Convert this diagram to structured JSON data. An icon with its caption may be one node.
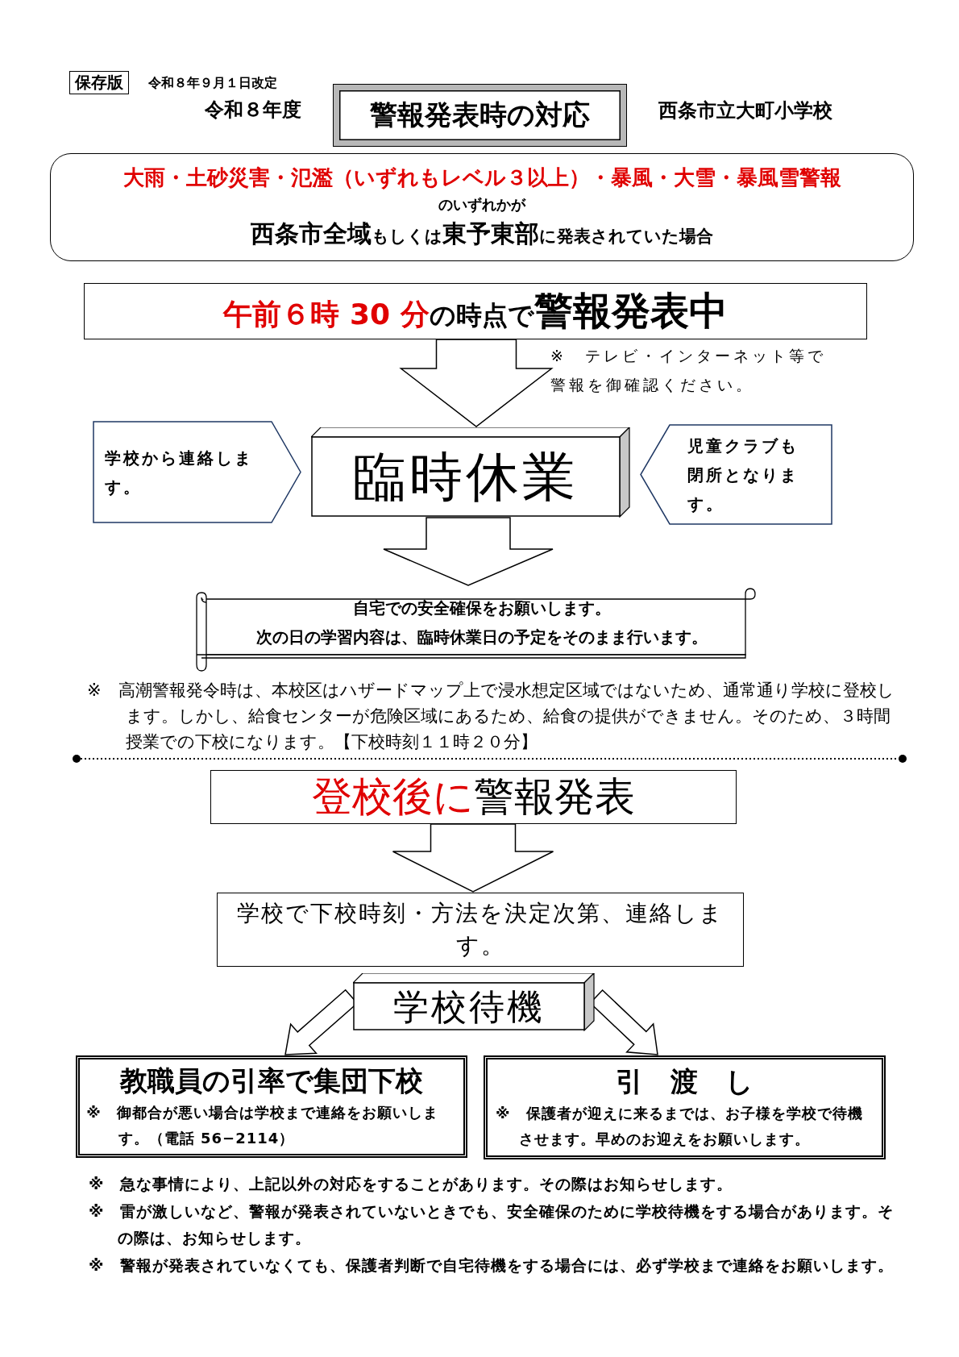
{
  "diagram": {
    "nodes": [
      {
        "text": [
          "保存版"
        ]
      },
      {
        "text": [
          "警報発表時の対応"
        ]
      },
      {
        "text": [
          "大雨・土砂災害・氾濫（いずれもレベル３以上）・暴風・大雪・暴風雪警報",
          "のいずれかが",
          "**西条市全域**もしくは**東予東部**に発表されていた場合"
        ]
      },
      {
        "text": [
          "午前６時 30 分",
          "の時点で",
          "警報発表中"
        ]
      },
      {
        "text": [
          "臨時休業"
        ]
      },
      {
        "text": [
          "学校から連絡します。"
        ]
      },
      {
        "text": [
          "児童クラブも閉所となります。"
        ]
      },
      {
        "text": [
          "自宅での安全確保をお願いします。",
          "次の日の学習内容は、臨時休業日の予定をそのまま行います。"
        ]
      },
      {
        "text": [
          "登校後に",
          "警報発表"
        ]
      },
      {
        "text": [
          "学校で下校時刻・方法を決定次第、連絡します。"
        ]
      },
      {
        "text": [
          "学校待機"
        ]
      },
      {
        "text": [
          "教職員の引率で集団下校",
          "※　御都合が悪い場合は学校まで連絡をお願いします。（電話 56−2114）"
        ]
      },
      {
        "text": [
          "引　渡　し",
          "※　保護者が迎えに来るまでは、お子様を学校で待機させます。早めのお迎えをお願いします。"
        ]
      }
    ],
    "edges": [
      {
        "from": 3,
        "to": 4,
        "arrow": "to"
      },
      {
        "from": 4,
        "to": 7,
        "arrow": "to"
      },
      {
        "from": 8,
        "to": 9,
        "arrow": "to"
      },
      {
        "from": 10,
        "to": 11,
        "arrow": "to"
      },
      {
        "from": 10,
        "to": 12,
        "arrow": "to"
      }
    ],
    "labels": [
      "令和８年９月１日改定",
      "令和８年度",
      "西条市立大町小学校",
      "※　テレビ・インターネット等で警報を御確認ください。",
      "※　高潮警報発令時は、本校区はハザードマップ上で浸水想定区域ではないため、通常通り学校に登校します。しかし、給食センターが危険区域にあるため、給食の提供ができません。そのため、３時間授業での下校になります。【下校時刻１１時２０分】",
      "※　急な事情により、上記以外の対応をすることがあります。その際はお知らせします。",
      "※　雷が激しいなど、警報が発表されていないときでも、安全確保のために学校待機をする場合があります。その際は、お知らせします。",
      "※　警報が発表されていなくても、保護者判断で自宅待機をする場合には、必ず学校まで連絡をお願いします。"
    ]
  }
}
